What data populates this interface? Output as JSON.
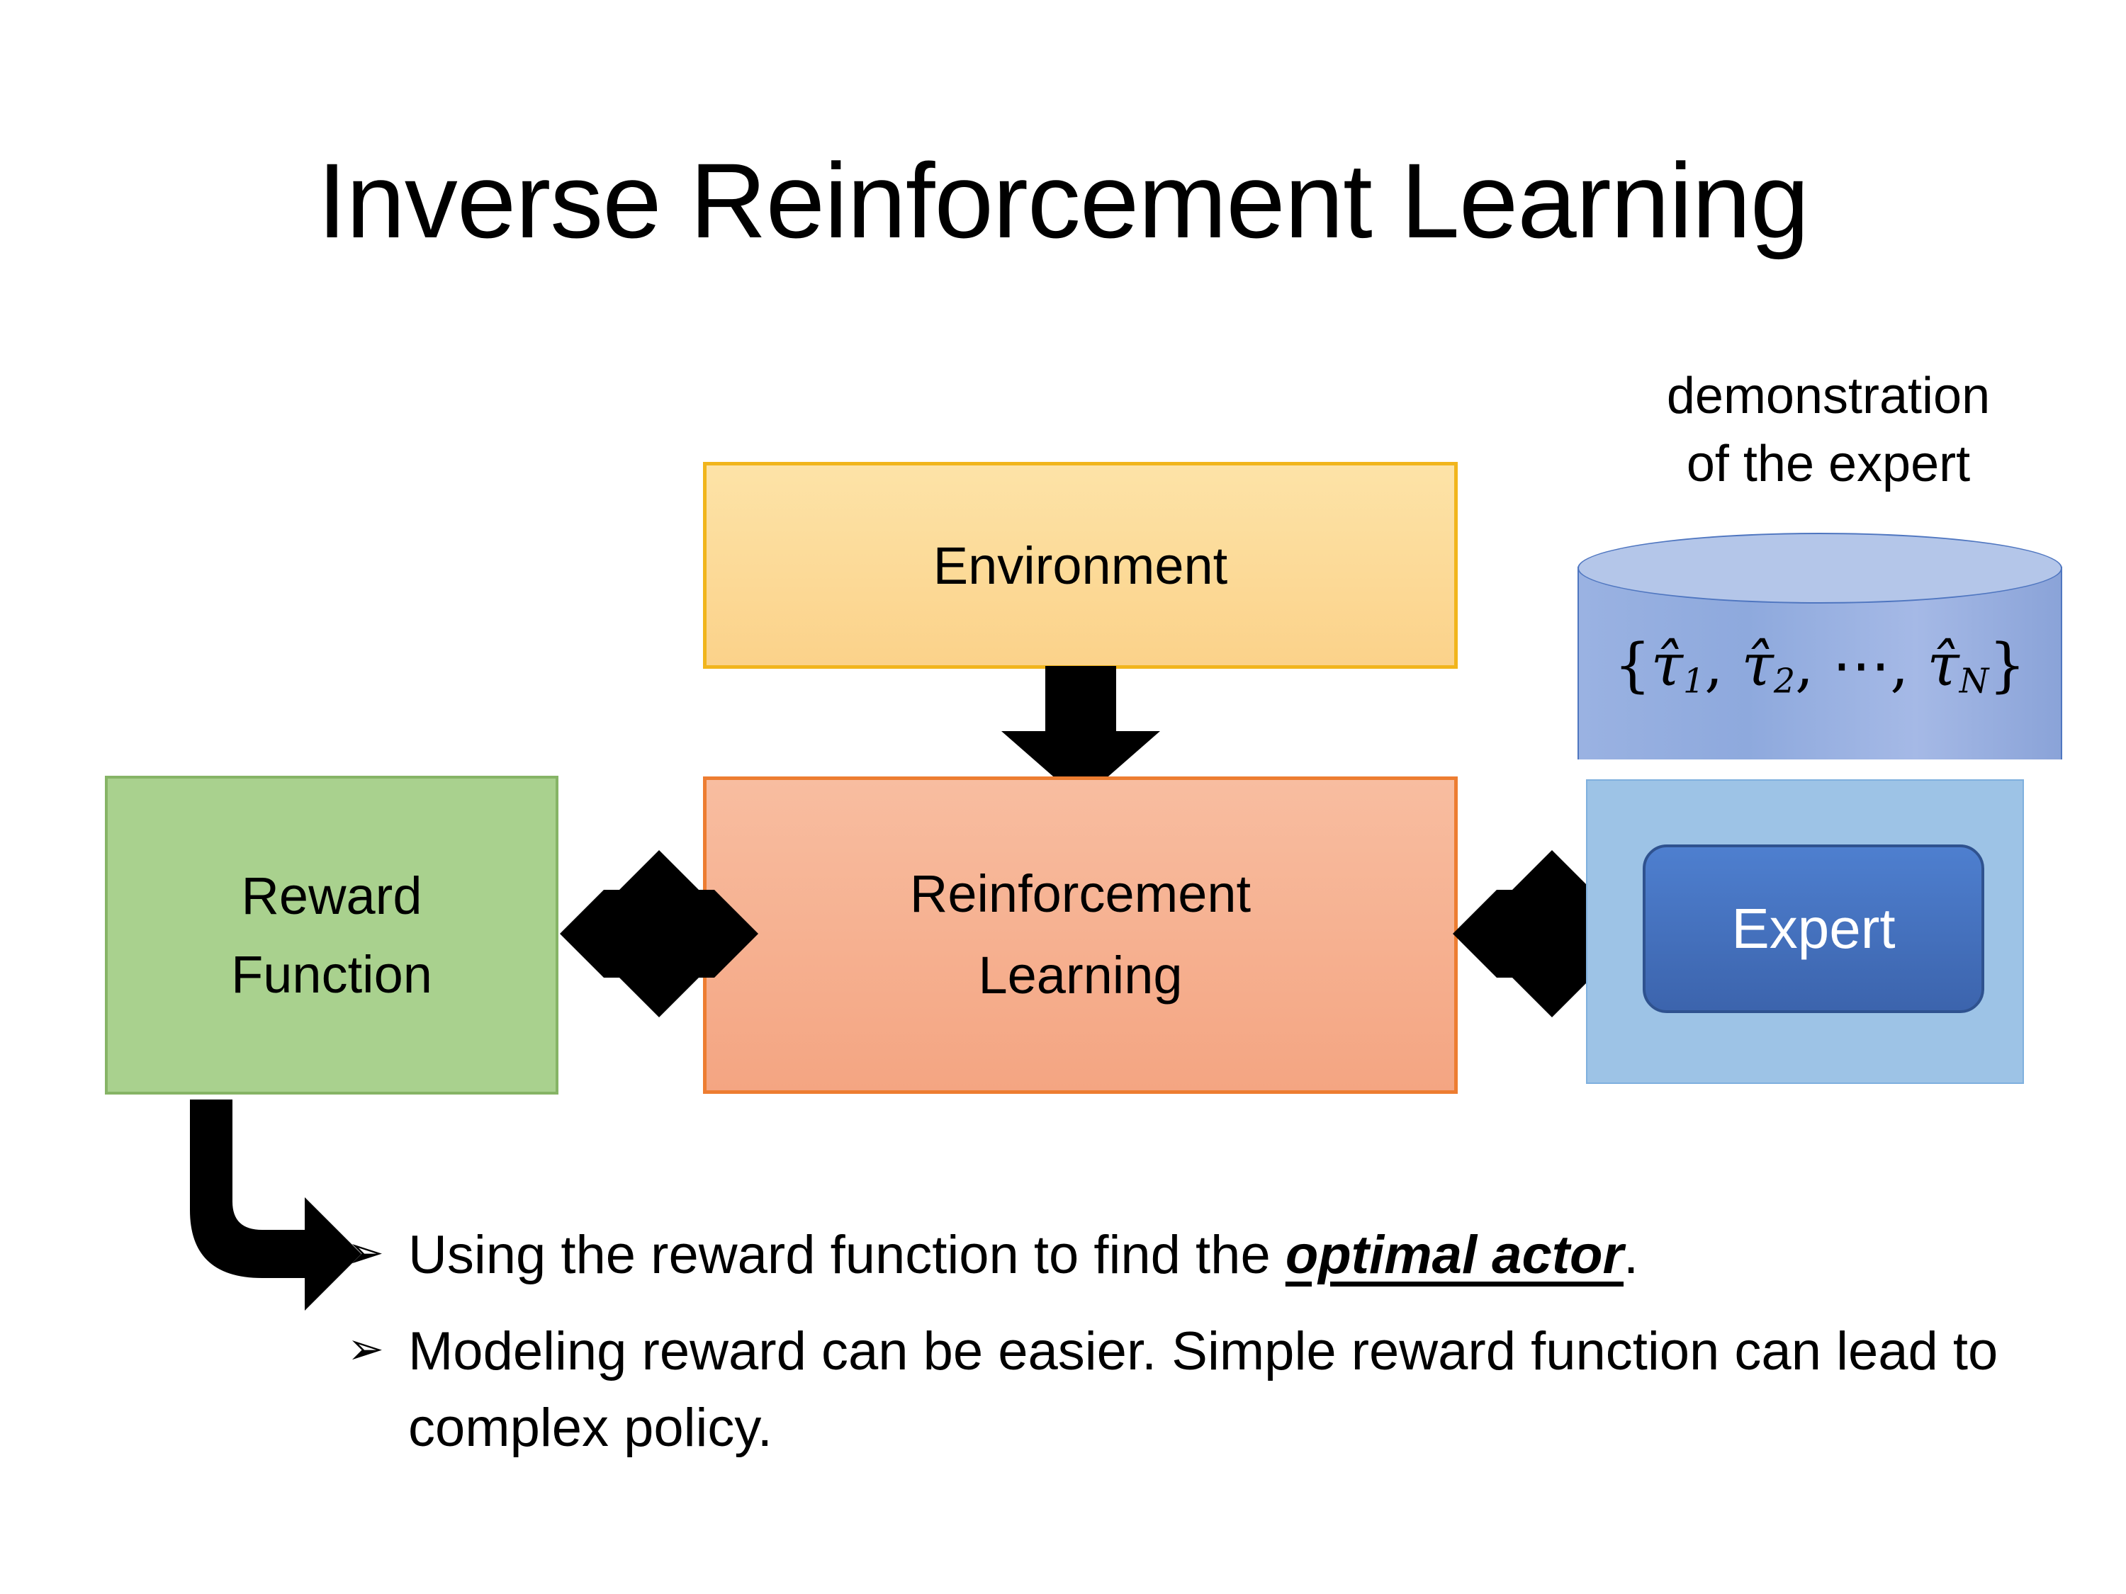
{
  "slide": {
    "title": "Inverse Reinforcement Learning",
    "background_color": "#ffffff"
  },
  "diagram": {
    "environment_box": {
      "label": "Environment",
      "fill_color": "#fbd28a",
      "border_color": "#f1b51c"
    },
    "reinforcement_learning_box": {
      "label_line1": "Reinforcement",
      "label_line2": "Learning",
      "fill_color": "#f4a582",
      "border_color": "#ed7d31"
    },
    "reward_function_box": {
      "label_line1": "Reward",
      "label_line2": "Function",
      "fill_color": "#a9d18e",
      "border_color": "#86b466"
    },
    "demonstration_caption": {
      "line1": "demonstration",
      "line2": "of the expert"
    },
    "trajectory_cylinder": {
      "label": "{τ̂1, τ̂2, ⋯, τ̂N}",
      "fill_color": "#8ea9dd",
      "border_color": "#4f76c0"
    },
    "expert_box": {
      "label": "Expert",
      "fill_color": "#4472c4",
      "border_color": "#2f528f",
      "text_color": "#ffffff"
    },
    "expert_panel": {
      "fill_color": "#9dc3e6"
    },
    "arrows": {
      "environment_to_rl": "down-arrow",
      "reward_to_rl": "four-way-double-arrow",
      "rl_to_expert": "four-way-double-arrow",
      "reward_to_bullets": "curved-elbow-arrow",
      "color": "#000000"
    }
  },
  "bullets": [
    {
      "marker": "➢",
      "text_before": "Using the reward function to find the ",
      "emphasis": "optimal actor",
      "text_after": "."
    },
    {
      "marker": "➢",
      "text_before": "Modeling reward can be easier. Simple reward function can lead to complex policy.",
      "emphasis": "",
      "text_after": ""
    }
  ]
}
